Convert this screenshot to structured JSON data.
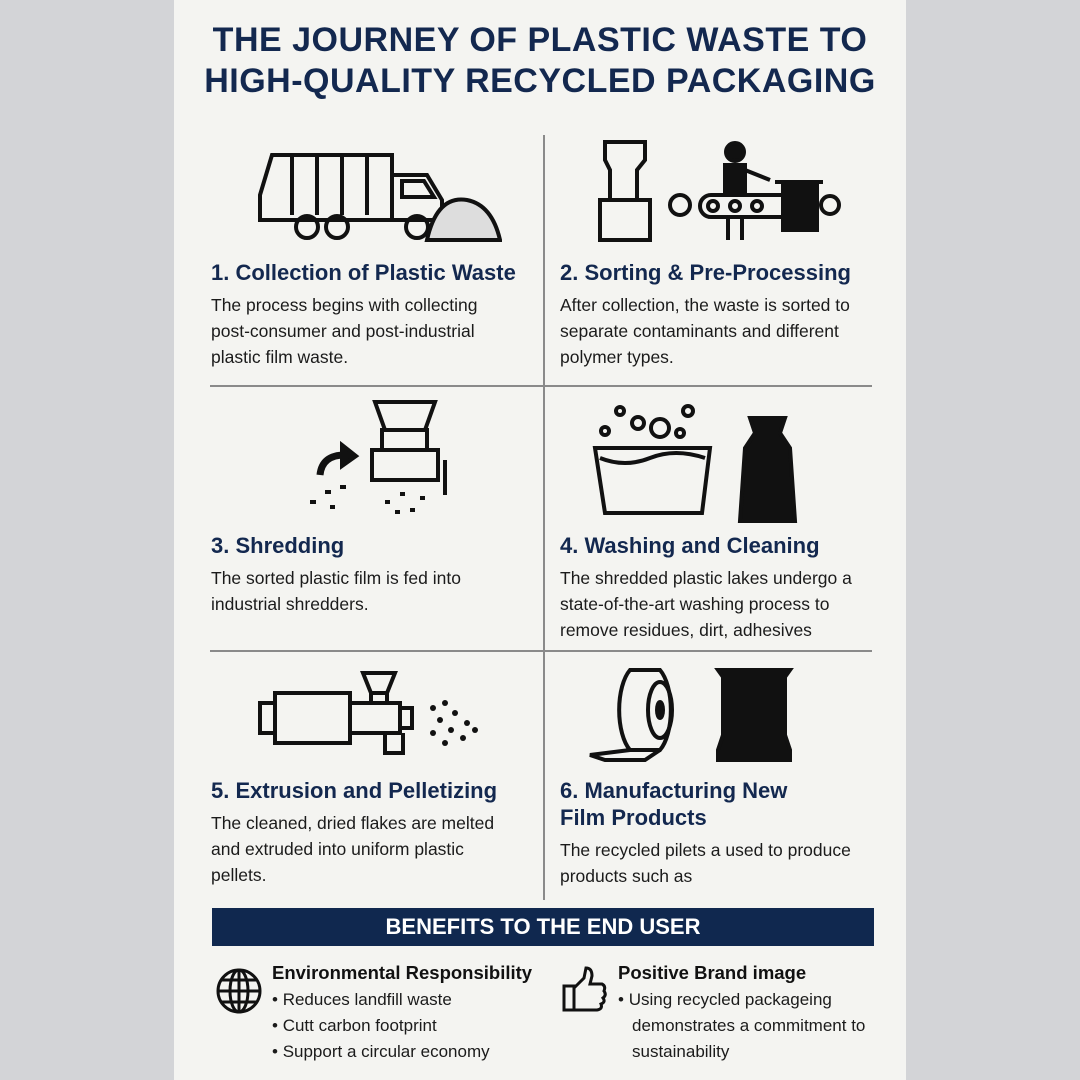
{
  "title": {
    "line1": "THE JOURNEY OF PLASTIC WASTE TO",
    "line2": "HIGH-QUALITY RECYCLED PACKAGING"
  },
  "steps": [
    {
      "heading": "1. Collection of Plastic Waste",
      "text": "The process begins with collecting post-consumer and post-industrial plastic film waste.",
      "icon": "garbage-truck-icon"
    },
    {
      "heading": "2. Sorting & Pre-Processing",
      "text": "After collection, the waste is sorted to separate contaminants and different polymer types.",
      "icon": "sorting-conveyor-icon"
    },
    {
      "heading": "3. Shredding",
      "text": "The sorted plastic film is fed into industrial shredders.",
      "icon": "shredder-icon"
    },
    {
      "heading": "4. Washing and Cleaning",
      "text": "The shredded plastic lakes undergo a state-of-the-art washing process to remove residues, dirt, adhesives",
      "icon": "washing-tank-icon"
    },
    {
      "heading": "5. Extrusion and Pelletizing",
      "text": "The cleaned, dried flakes are melted and extruded into uniform plastic pellets.",
      "icon": "extruder-icon"
    },
    {
      "heading": "6. Manufacturing New Film Products",
      "text": "The recycled pilets a used to produce products such as",
      "icon": "film-roll-icon"
    }
  ],
  "benefits": {
    "banner": "BENEFITS TO THE END USER",
    "items": [
      {
        "heading": "Environmental Responsibility",
        "icon": "globe-icon",
        "bullets": [
          "Reduces landfill waste",
          "Cutt carbon footprint",
          "Support a circular economy"
        ]
      },
      {
        "heading": "Positive Brand image",
        "icon": "thumbs-up-icon",
        "bullets": [
          "Using recycled packageing demonstrates a commitment to sustainability"
        ]
      }
    ]
  },
  "colors": {
    "navy": "#13284f",
    "panel": "#f4f4f1",
    "background": "#d3d4d7"
  }
}
